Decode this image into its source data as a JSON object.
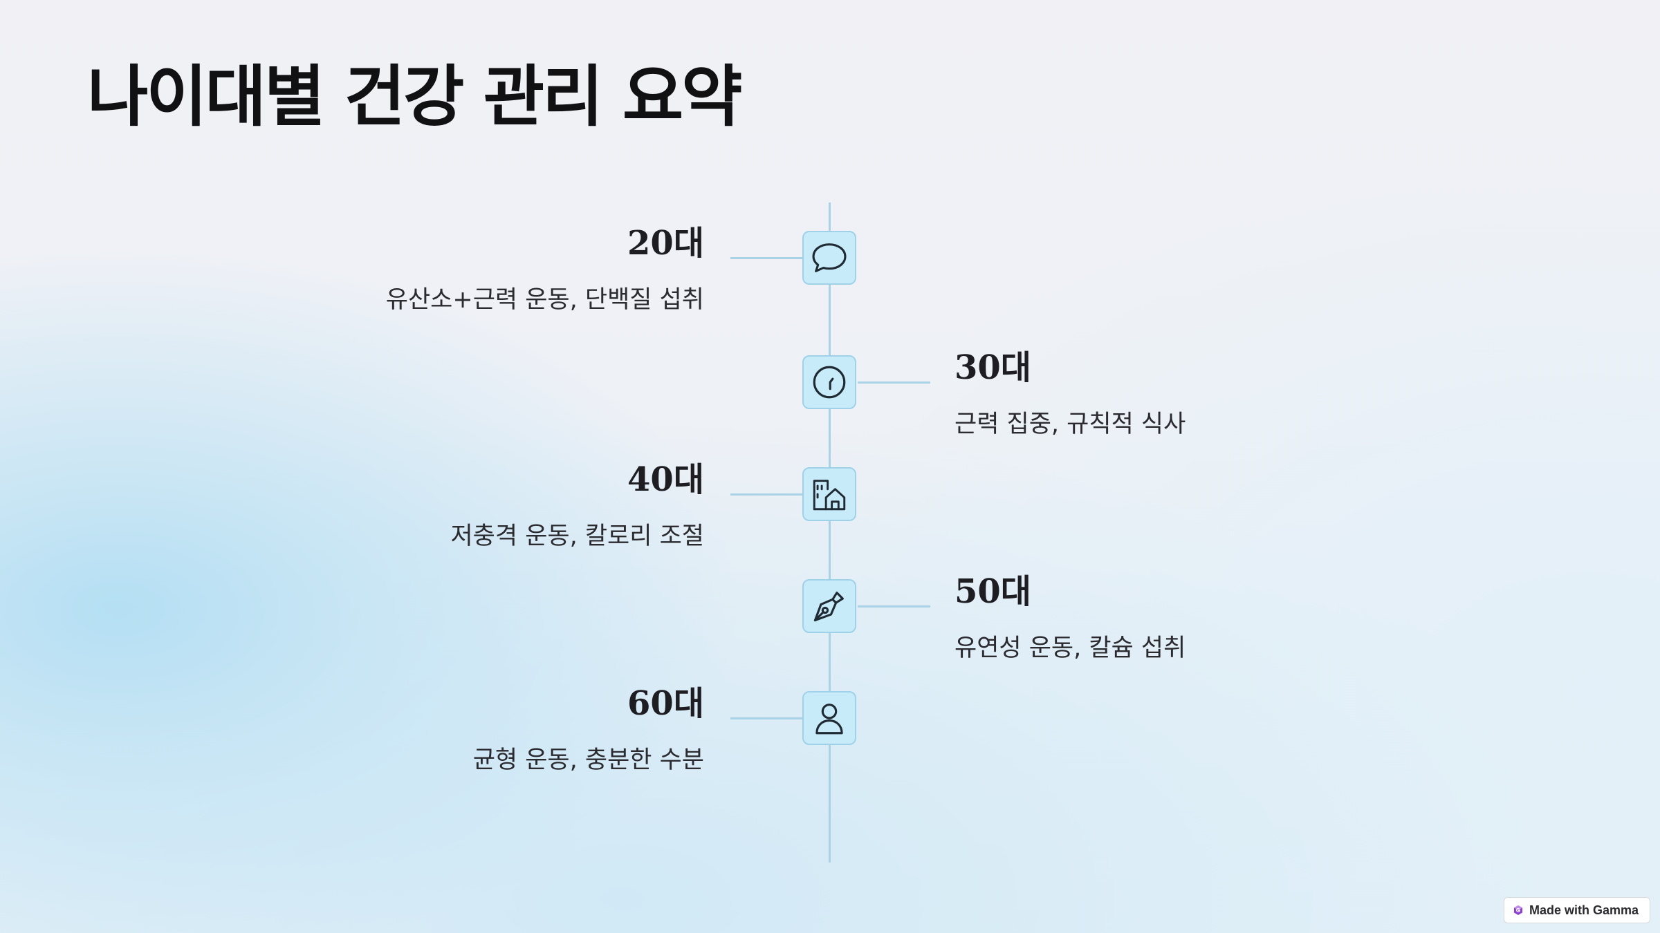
{
  "page": {
    "title": "나이대별 건강 관리 요약"
  },
  "colors": {
    "timeline_line": "#a9d2e6",
    "node_fill": "#c7ebf9",
    "node_border": "#9fd2e8",
    "title_text": "#111114"
  },
  "timeline": [
    {
      "age": "20대",
      "description": "유산소+근력 운동, 단백질 섭취",
      "icon": "speech-bubble-icon",
      "side": "left"
    },
    {
      "age": "30대",
      "description": "근력 집중, 규칙적 식사",
      "icon": "clock-icon",
      "side": "right"
    },
    {
      "age": "40대",
      "description": "저충격 운동, 칼로리 조절",
      "icon": "city-buildings-icon",
      "side": "left"
    },
    {
      "age": "50대",
      "description": "유연성 운동, 칼슘 섭취",
      "icon": "fountain-pen-icon",
      "side": "right"
    },
    {
      "age": "60대",
      "description": "균형 운동, 충분한 수분",
      "icon": "person-icon",
      "side": "left"
    }
  ],
  "badge": {
    "label": "Made with Gamma",
    "icon": "gamma-logo-icon"
  }
}
